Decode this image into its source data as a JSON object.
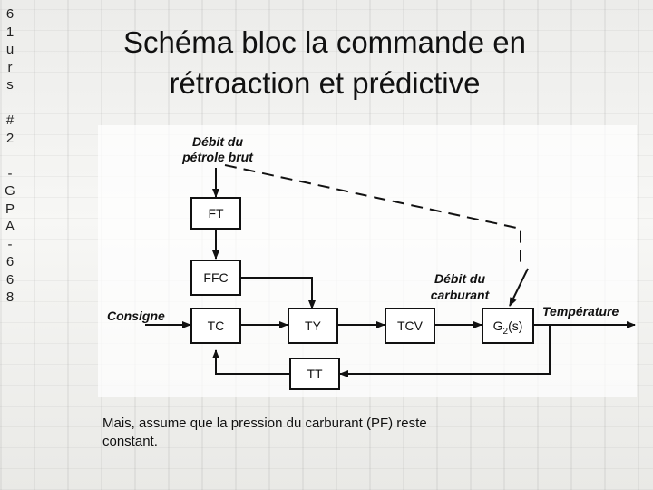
{
  "sidebar": {
    "chars": [
      "6",
      "1",
      "u",
      "r",
      "s",
      "",
      "#",
      "2",
      "",
      "-",
      "G",
      "P",
      "A",
      "-",
      "6",
      "6",
      "8"
    ]
  },
  "title": {
    "line1": "Schéma bloc la commande en",
    "line2": "rétroaction et prédictive"
  },
  "diagram": {
    "blocks": {
      "ft": "FT",
      "ffc": "FFC",
      "tc": "TC",
      "ty": "TY",
      "tcv": "TCV",
      "g2": "G",
      "g2_sub": "2",
      "g2_suffix": "(s)",
      "tt": "TT"
    },
    "labels": {
      "crude_line1": "Débit du",
      "crude_line2": "pétrole brut",
      "fuel_line1": "Débit du",
      "fuel_line2": "carburant",
      "setpoint": "Consigne",
      "temperature": "Température"
    }
  },
  "note": {
    "line1": "Mais, assume que la pression du carburant (PF) reste",
    "line2": "constant."
  }
}
